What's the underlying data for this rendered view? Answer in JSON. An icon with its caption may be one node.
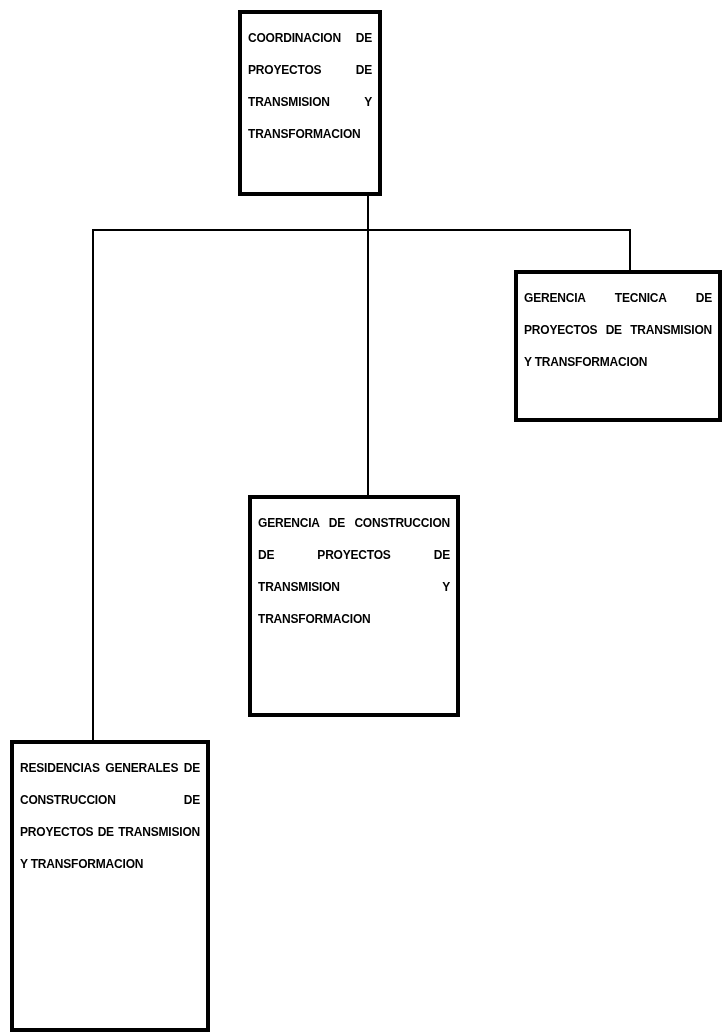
{
  "diagram": {
    "nodes": [
      {
        "text": [
          "COORDINACION DE PROYECTOS DE TRANSMISION Y TRANSFORMACION"
        ]
      },
      {
        "text": [
          "GERENCIA TECNICA DE PROYECTOS DE TRANSMISION Y TRANSFORMACION"
        ]
      },
      {
        "text": [
          "GERENCIA DE CONSTRUCCION DE PROYECTOS DE TRANSMISION Y TRANSFORMACION"
        ]
      },
      {
        "text": [
          "RESIDENCIAS GENERALES DE CONSTRUCCION DE PROYECTOS DE TRANSMISION Y TRANSFORMACION"
        ]
      }
    ],
    "edges": [
      {
        "from": 0,
        "to": 1,
        "arrow": "none"
      },
      {
        "from": 0,
        "to": 2,
        "arrow": "none"
      },
      {
        "from": 0,
        "to": 3,
        "arrow": "none"
      }
    ]
  }
}
